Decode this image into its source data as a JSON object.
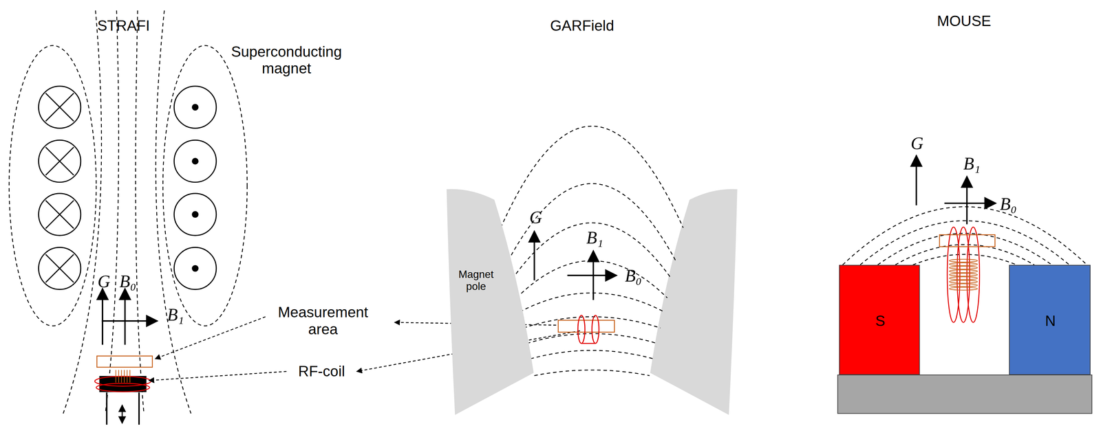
{
  "diagram": {
    "nodes": [
      {
        "text": [
          "Magnet pole"
        ]
      },
      {
        "text": [
          "S"
        ]
      },
      {
        "text": [
          "N"
        ]
      }
    ],
    "labels": [
      "STRAFI",
      "Superconducting magnet",
      "G",
      "B₀",
      "B₁",
      "Measurement area",
      "RF-coil",
      "GARField",
      "G",
      "B₁",
      "B₀",
      "MOUSE",
      "G",
      "B₁",
      "B₀"
    ]
  }
}
